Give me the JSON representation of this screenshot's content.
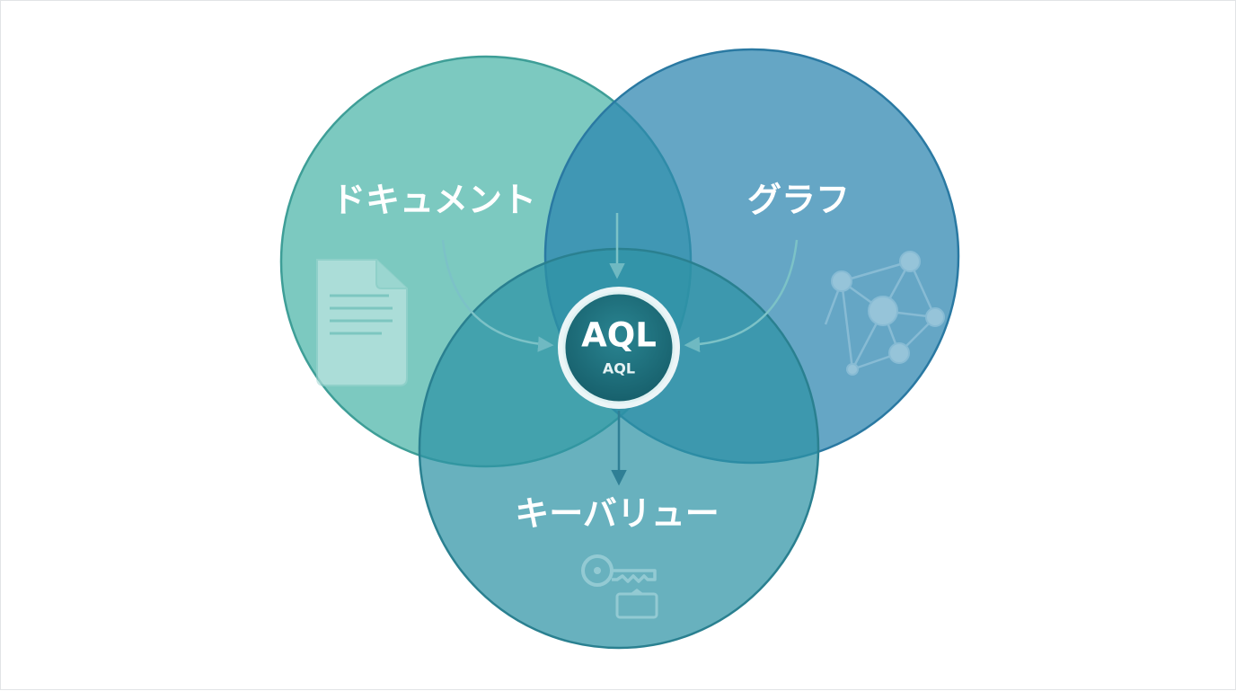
{
  "diagram": {
    "center": {
      "title": "AQL",
      "subtitle": "AQL"
    },
    "circles": [
      {
        "id": "document",
        "label": "ドキュメント",
        "icon": "document-icon"
      },
      {
        "id": "graph",
        "label": "グラフ",
        "icon": "graph-network-icon"
      },
      {
        "id": "key-value",
        "label": "キーバリュー",
        "icon": "key-icon"
      }
    ]
  },
  "colors": {
    "document_circle": "#5fbcb1",
    "graph_circle": "#2f86b0",
    "key_value_circle": "#3596a6",
    "center_fill": "#1f6f7c",
    "arrow": "#5bb0bd"
  }
}
